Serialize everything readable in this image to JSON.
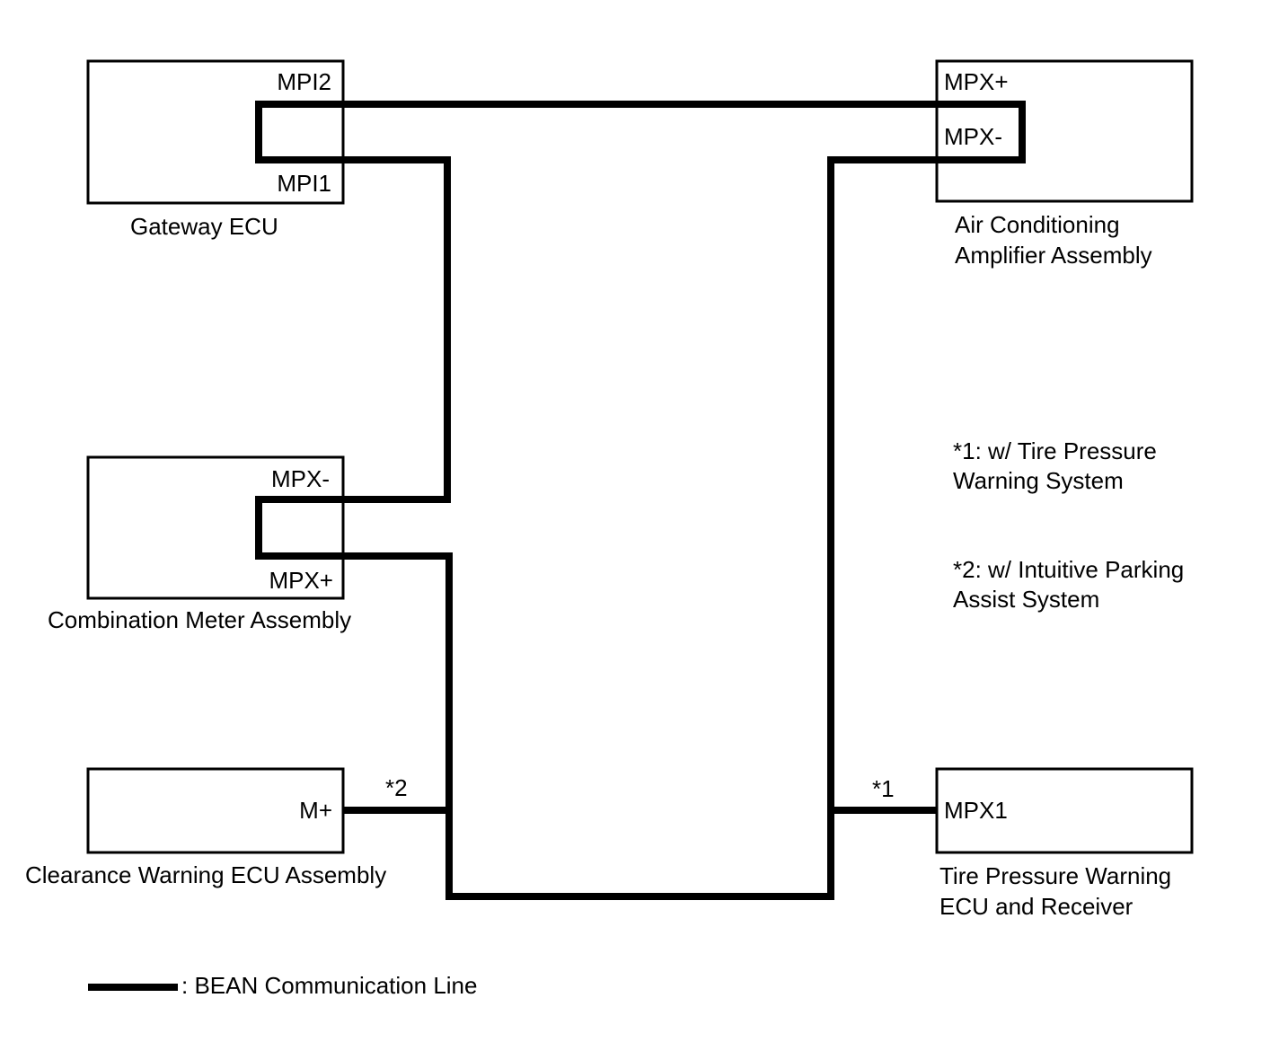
{
  "components": {
    "gateway_ecu": {
      "label": "Gateway ECU",
      "pins": {
        "mpi2": "MPI2",
        "mpi1": "MPI1"
      }
    },
    "air_conditioning": {
      "label_line1": "Air Conditioning",
      "label_line2": "Amplifier Assembly",
      "pins": {
        "mpx_plus": "MPX+",
        "mpx_minus": "MPX-"
      }
    },
    "combination_meter": {
      "label": "Combination Meter Assembly",
      "pins": {
        "mpx_minus": "MPX-",
        "mpx_plus": "MPX+"
      }
    },
    "clearance_warning": {
      "label": "Clearance Warning ECU Assembly",
      "pins": {
        "m_plus": "M+"
      },
      "note_ref": "*2"
    },
    "tire_pressure": {
      "label_line1": "Tire Pressure Warning",
      "label_line2": "ECU and Receiver",
      "pins": {
        "mpx1": "MPX1"
      },
      "note_ref": "*1"
    }
  },
  "notes": {
    "note1_line1": "*1: w/ Tire Pressure",
    "note1_line2": "Warning System",
    "note2_line1": "*2: w/ Intuitive Parking",
    "note2_line2": "Assist System"
  },
  "legend": {
    "text": ": BEAN Communication Line"
  }
}
